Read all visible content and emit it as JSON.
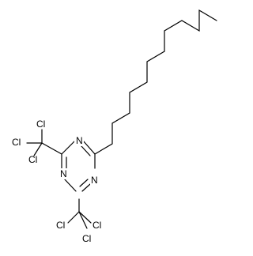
{
  "diagram": {
    "type": "skeletal-formula",
    "atoms": {
      "ring_n_top": "N",
      "ring_n_left": "N",
      "ring_n_bottom": "N",
      "cl_upper_1": "Cl",
      "cl_upper_2": "Cl",
      "cl_upper_3": "Cl",
      "cl_lower_1": "Cl",
      "cl_lower_2": "Cl",
      "cl_lower_3": "Cl"
    },
    "colors": {
      "bond": "#000000",
      "label": "#000000",
      "background": "#ffffff"
    }
  }
}
